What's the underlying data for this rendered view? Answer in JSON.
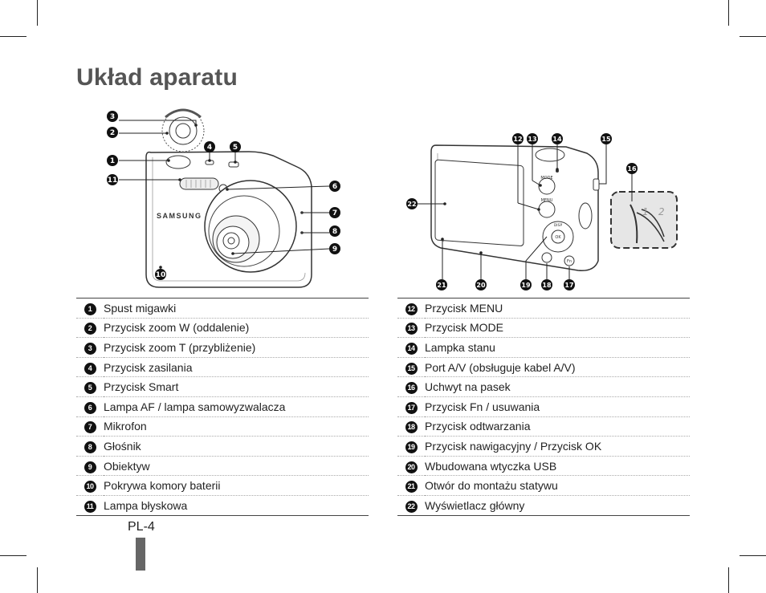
{
  "page": {
    "title": "Układ aparatu",
    "page_number": "PL-4"
  },
  "front_view": {
    "brand_text": "SAMSUNG",
    "callouts": [
      "1",
      "2",
      "3",
      "4",
      "5",
      "6",
      "7",
      "8",
      "9",
      "10",
      "11"
    ]
  },
  "back_view": {
    "button_labels": {
      "mode": "MODE",
      "menu": "MENU",
      "disp": "DISP",
      "ok": "OK",
      "fn": "Fn"
    },
    "strap_steps": [
      "1",
      "2"
    ],
    "callouts": [
      "12",
      "13",
      "14",
      "15",
      "16",
      "17",
      "18",
      "19",
      "20",
      "21",
      "22"
    ]
  },
  "legend_left": [
    {
      "num": "1",
      "label": "Spust migawki"
    },
    {
      "num": "2",
      "label": "Przycisk zoom W (oddalenie)"
    },
    {
      "num": "3",
      "label": "Przycisk zoom T (przybliżenie)"
    },
    {
      "num": "4",
      "label": "Przycisk zasilania"
    },
    {
      "num": "5",
      "label": "Przycisk Smart"
    },
    {
      "num": "6",
      "label": "Lampa AF / lampa samowyzwalacza"
    },
    {
      "num": "7",
      "label": "Mikrofon"
    },
    {
      "num": "8",
      "label": "Głośnik"
    },
    {
      "num": "9",
      "label": "Obiektyw"
    },
    {
      "num": "10",
      "label": "Pokrywa komory baterii"
    },
    {
      "num": "11",
      "label": "Lampa błyskowa"
    }
  ],
  "legend_right": [
    {
      "num": "12",
      "label": "Przycisk MENU"
    },
    {
      "num": "13",
      "label": "Przycisk MODE"
    },
    {
      "num": "14",
      "label": "Lampka stanu"
    },
    {
      "num": "15",
      "label": "Port A/V (obsługuje kabel A/V)"
    },
    {
      "num": "16",
      "label": "Uchwyt na pasek"
    },
    {
      "num": "17",
      "label": "Przycisk Fn / usuwania"
    },
    {
      "num": "18",
      "label": "Przycisk odtwarzania"
    },
    {
      "num": "19",
      "label": "Przycisk nawigacyjny / Przycisk OK"
    },
    {
      "num": "20",
      "label": "Wbudowana wtyczka USB"
    },
    {
      "num": "21",
      "label": "Otwór do montażu statywu"
    },
    {
      "num": "22",
      "label": "Wyświetlacz główny"
    }
  ]
}
